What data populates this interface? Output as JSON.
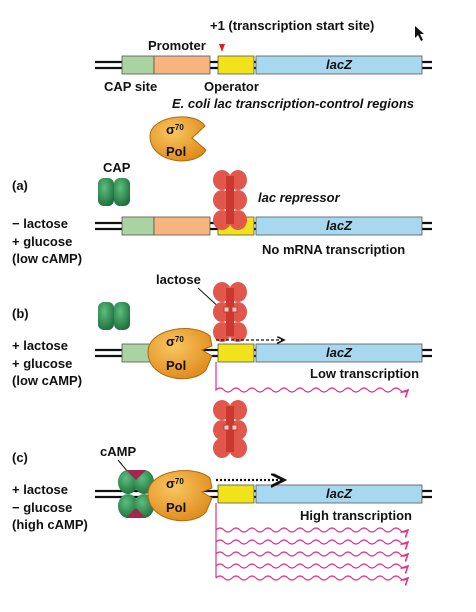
{
  "top": {
    "tss": "+1 (transcription start site)",
    "promoter": "Promoter",
    "lacz": "lacZ",
    "cap_site": "CAP site",
    "operator": "Operator",
    "caption": "E. coli lac transcription-control regions"
  },
  "common": {
    "sigma_base": "σ",
    "sigma_sup": "70",
    "pol": "Pol",
    "lacz": "lacZ"
  },
  "panel_a": {
    "tag": "(a)",
    "cap": "CAP",
    "repressor": "lac repressor",
    "cond1": "− lactose",
    "cond2": "+ glucose",
    "cond3": "(low cAMP)",
    "result": "No mRNA transcription"
  },
  "panel_b": {
    "tag": "(b)",
    "lactose": "lactose",
    "cond1": "+ lactose",
    "cond2": "+ glucose",
    "cond3": "(low cAMP)",
    "result": "Low transcription"
  },
  "panel_c": {
    "tag": "(c)",
    "camp": "cAMP",
    "cond1": "+ lactose",
    "cond2": "− glucose",
    "cond3": "(high cAMP)",
    "result": "High transcription"
  },
  "colors": {
    "cap_site": "#a9d3a0",
    "promoter": "#f6b57e",
    "operator": "#f2e21a",
    "lacz": "#a8d8f0",
    "pol": "#f0a331",
    "cap_protein": "#2f8a4f",
    "repressor": "#e2574c",
    "mrna": "#e0338a"
  }
}
